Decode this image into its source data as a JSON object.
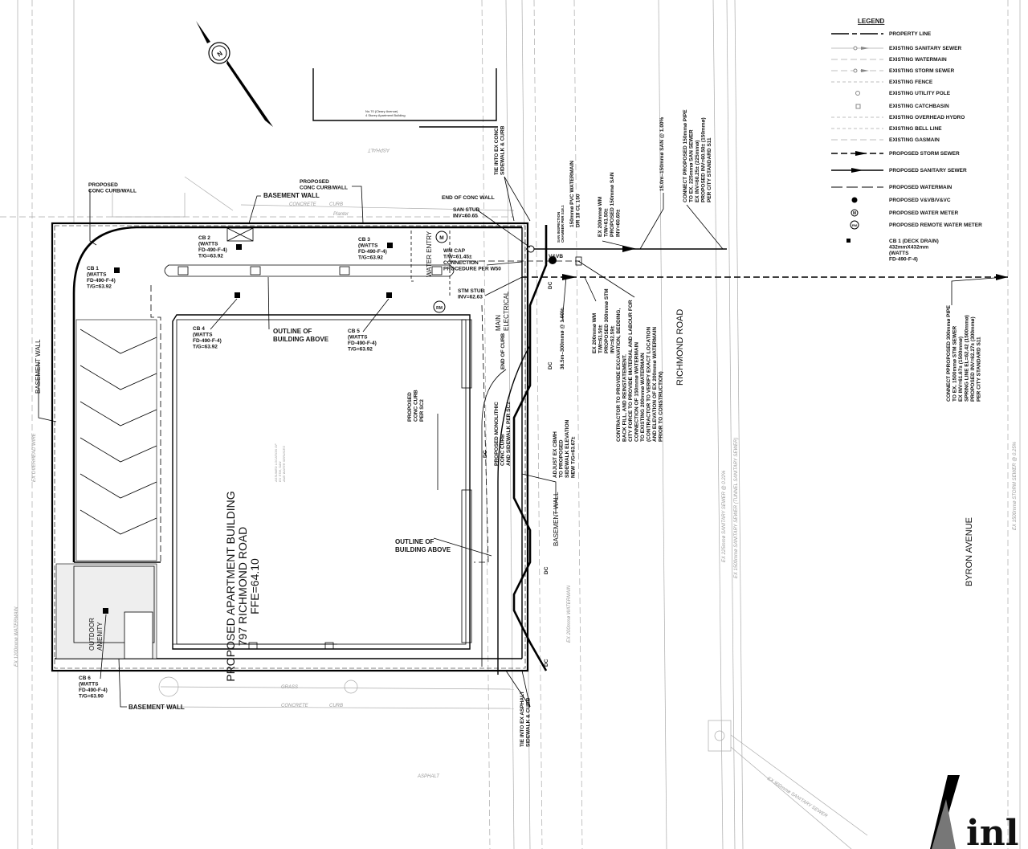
{
  "legend": {
    "title": "LEGEND",
    "items": [
      {
        "label": "PROPERTY LINE"
      },
      {
        "label": "EXISTING SANITARY SEWER"
      },
      {
        "label": "EXISTING WATERMAIN"
      },
      {
        "label": "EXISTING STORM SEWER"
      },
      {
        "label": "EXISTING FENCE"
      },
      {
        "label": "EXISTING UTILITY POLE"
      },
      {
        "label": "EXISTING CATCHBASIN"
      },
      {
        "label": "EXISTING OVERHEAD HYDRO"
      },
      {
        "label": "EXISTING BELL LINE"
      },
      {
        "label": "EXISTING GASMAIN"
      },
      {
        "label": "PROPOSED STORM SEWER"
      },
      {
        "label": "PROPOSED SANITARY SEWER"
      },
      {
        "label": "PROPOSED WATERMAIN"
      },
      {
        "label": "PROPOSED V&VB/V&VC"
      },
      {
        "label": "PROPOSED WATER METER"
      },
      {
        "label": "PROPOSED REMOTE WATER METER"
      },
      {
        "label": [
          "CB 1 (DECK DRAIN)",
          "432mmX432mm",
          "(WATTS",
          "FD-490-F-4)"
        ]
      }
    ],
    "meter_symbol": "M",
    "remote_meter_symbol": "RM"
  },
  "north_arrow": {
    "letter": "N"
  },
  "neighbour": {
    "lines": [
      "No.70 (Cleary Avenue)",
      "4 Storey Apartment Building"
    ]
  },
  "surface": {
    "asphalt": "ASPHALT",
    "grass": "GRASS",
    "concrete": "CONCRETE",
    "curb": "CURB",
    "planter": "Planter"
  },
  "building": {
    "lines": [
      "PROPOSED APARTMENT BUILDING",
      "797 RICHMOND ROAD",
      "FFE=64.10"
    ]
  },
  "assumed_services": [
    "ASSUMED LOCATION OF",
    "EX STM, SAN",
    "AND WATER SERVICES"
  ],
  "streets": {
    "richmond": "RICHMOND ROAD",
    "byron": "BYRON AVENUE"
  },
  "catchbasins": {
    "cb1": [
      "CB 1",
      "(WATTS",
      "FD-490-F-4)",
      "T/G=63.92"
    ],
    "cb2": [
      "CB 2",
      "(WATTS",
      "FD-490-F-4)",
      "T/G=63.92"
    ],
    "cb3": [
      "CB 3",
      "(WATTS",
      "FD-490-F-4)",
      "T/G=63.92"
    ],
    "cb4": [
      "CB 4",
      "(WATTS",
      "FD-490-F-4)",
      "T/G=63.92"
    ],
    "cb5": [
      "CB 5",
      "(WATTS",
      "FD-490-F-4)",
      "T/G=63.92"
    ],
    "cb6": [
      "CB 6",
      "(WATTS",
      "FD-490-F-4)",
      "T/G=63.90"
    ]
  },
  "callouts": {
    "curb_wall_left": [
      "PROPOSED",
      "CONC CURB/WALL"
    ],
    "curb_wall_top": [
      "PROPOSED",
      "CONC CURB/WALL"
    ],
    "basement_wall_top": "BASEMENT WALL",
    "basement_wall_left": "BASEMENT WALL",
    "basement_wall_bottom": "BASEMENT WALL",
    "basement_wall_right": "BASEMENT WALL",
    "outline_top": [
      "OUTLINE OF",
      "BUILDING ABOVE"
    ],
    "outline_bottom": [
      "OUTLINE OF",
      "BUILDING ABOVE"
    ],
    "end_conc_wall": "END OF CONC WALL",
    "end_of_curb": "END OF CURB",
    "san_stub": [
      "SAN STUB",
      "INV=60.65"
    ],
    "wm_cap": [
      "WM CAP",
      "T/W=61.45±",
      "CONNECTION",
      "PROCEDURE PER W50"
    ],
    "stm_stub": [
      "STM STUB",
      "INV=62.63"
    ],
    "water_entry": "WATER ENTRY",
    "main_electrical": [
      "MAIN",
      "ELECTRICAL"
    ],
    "outdoor_amenity": [
      "OUTDOOR",
      "AMENITY"
    ],
    "vavb": "V&VB",
    "tie_conc": [
      "TIE INTO EX CONC",
      "SIDEWALK & CURB"
    ],
    "san_inspection": [
      "SAN INSPECTION",
      "CHAMBER PER S18.1"
    ],
    "pvc_watermain": [
      "150mmø PVC WATERMAIN",
      "DR 18 CL 150"
    ],
    "ex_wm_san": [
      "EX 200mmø WM",
      "T/W=61.50±",
      "PROPOSED 150mmø SAN",
      "INV=60.60±"
    ],
    "san_run": "15.0m–150mmø SAN @ 1.00%",
    "connect_san": [
      "CONNECT PROPOSED 150mmø PIPE",
      "TO EX. 225mmø SAN SEWER",
      "EX INV=60.25± (225mmø)",
      "PROPOSED INV=60.50± (150mmø)",
      "PER CITY STANDARD S11"
    ],
    "stm_run": "36.5m–300mmø @ 1.00%",
    "ex_wm_stm": [
      "EX 200mmø WM",
      "T/W=61.50±",
      "PROPOSED 300mmø STM",
      "INV=62.59±"
    ],
    "contractor_note": [
      "CONTRACTOR TO PROVIDE EXCAVATION, BEDDING,",
      "BACK FILL, AND REINSTATEMENT.",
      "CITY FORCE TO PROVIDE MATERIAL AND LABOUR FOR",
      "CONNECTION OF 150mmø WATERMAIN",
      "TO EXISTING 200mmø WATERMAIN",
      "(CONTRACTOR TO VERIFY EXACT LOCATION",
      "AND ELEVATION OF EX 200mmø WATERMAIN",
      "PRIOR TO CONSTRUCTION)"
    ],
    "adjust_cbmh": [
      "ADJUST EX CBMH",
      "TO PROPOSED",
      "SIDEWALK ELEVATION",
      "NEW T/G=63.67±"
    ],
    "conc_curb_sc2": [
      "PROPOSED",
      "CONC CURB",
      "PER SC2"
    ],
    "monolithic": [
      "PROPOSED MONOLITHIC",
      "CONC CURB",
      "AND SIDEWALK PER SC2"
    ],
    "connect_stm": [
      "CONNECT PPROPOSED 300mmø PIPE",
      "TO EX. 1500mmø STM SEWER",
      "EX INV=61.67± (1500mmø)",
      "SPRING LINE EL=62.42 (1500mmø)",
      "PROPOSED INV=62.27± (300mmø)",
      "PER CITY STANDARD S11"
    ],
    "tie_asphalt": [
      "TIE INTO EX ASPHALT",
      "SIDEWALK & CURB"
    ],
    "dc": "DC"
  },
  "existing_services": {
    "san_225": "EX 225mmø SANITARY SEWER @ 0.22%",
    "san_1500": "EX 1500mmø SANITARY SEWER (TUNNEL SANITARY SEWER)",
    "stm_1500": "EX 1500mmø STORM SEWER @ 0.25%",
    "wm_200": "EX 200mmø WATERMAIN",
    "wm_1200": "EX 1200mmø WATERMAIN",
    "san_900": "EX 900mmø SANITARY SEWER",
    "overhead": "EX OVERHEAD WIRE"
  },
  "logo": {
    "text": "inl"
  },
  "colors": {
    "line": "#000000",
    "existing": "#aaaaaa",
    "background": "#ffffff"
  }
}
